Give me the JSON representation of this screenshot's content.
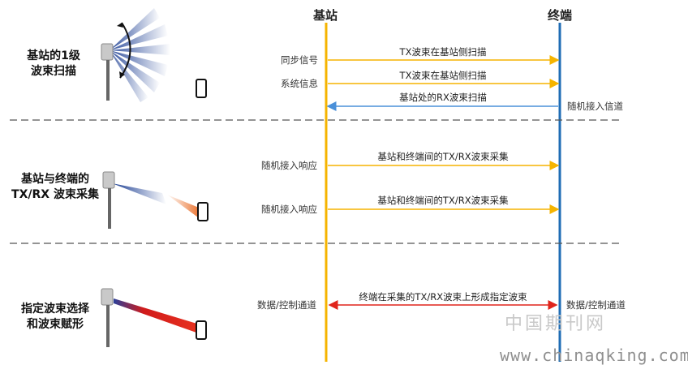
{
  "columns": {
    "base_station": "基站",
    "terminal": "终端"
  },
  "stages": [
    {
      "title_lines": [
        "基站的1级",
        "波束扫描"
      ]
    },
    {
      "title_lines": [
        "基站与终端的",
        "TX/RX 波束采集"
      ]
    },
    {
      "title_lines": [
        "指定波束选择",
        "和波束赋形"
      ]
    }
  ],
  "messages": [
    {
      "left": "同步信号",
      "text": "TX波束在基站侧扫描",
      "right": "",
      "direction": "to-terminal",
      "color": "#f5b400"
    },
    {
      "left": "系统信息",
      "text": "TX波束在基站侧扫描",
      "right": "",
      "direction": "to-terminal",
      "color": "#f5b400"
    },
    {
      "left": "",
      "text": "基站处的RX波束扫描",
      "right": "随机接入信道",
      "direction": "to-base",
      "color": "#4a90d9"
    },
    {
      "left": "随机接入响应",
      "text": "基站和终端间的TX/RX波束采集",
      "right": "",
      "direction": "to-terminal",
      "color": "#f5b400"
    },
    {
      "left": "随机接入响应",
      "text": "基站和终端间的TX/RX波束采集",
      "right": "",
      "direction": "to-terminal",
      "color": "#f5b400"
    },
    {
      "left": "数据/控制通道",
      "text": "终端在采集的TX/RX波束上形成指定波束",
      "right": "数据/控制通道",
      "direction": "both",
      "color": "#e0241b"
    }
  ],
  "watermark": {
    "cn": "中国期刊网",
    "url": "www.chinaqking.com"
  },
  "colors": {
    "base_line": "#f5b400",
    "terminal_line": "#1f6db5",
    "divider": "#555555"
  },
  "icons": {
    "base_station": "base-station-antenna-icon",
    "terminal": "mobile-phone-icon"
  }
}
